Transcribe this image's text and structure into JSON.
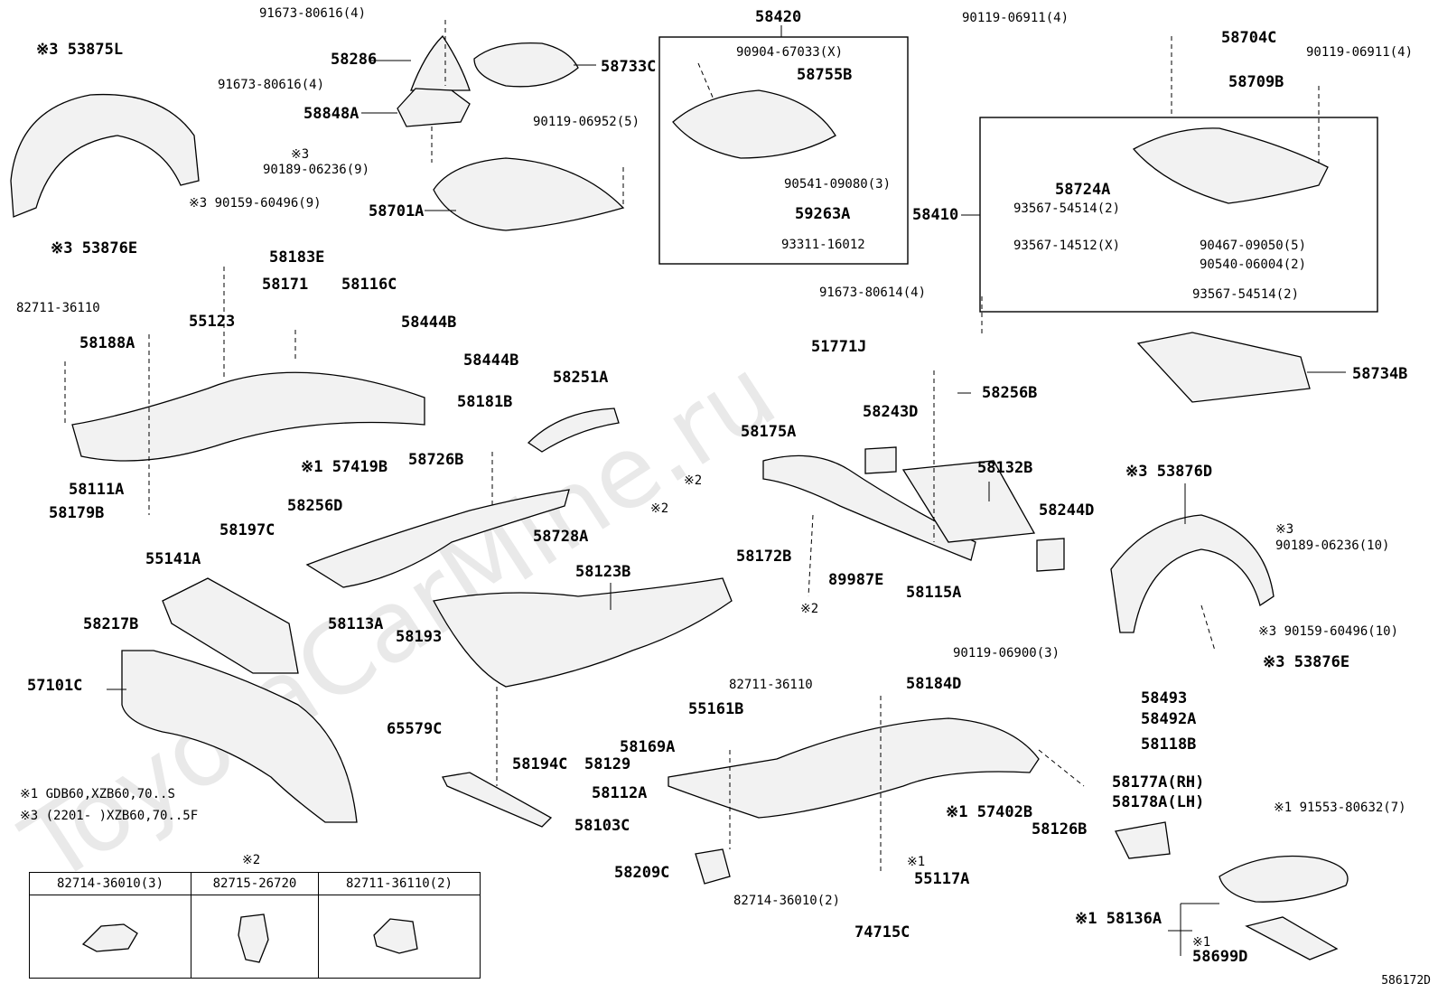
{
  "watermark": "ToyotaCarMine.ru",
  "diagram_id": "586172D",
  "group_box_labels": {
    "left": "58420",
    "right": "58410"
  },
  "notes": [
    "※1 GDB60,XZB60,70..S",
    "※3 (2201-    )XZB60,70..5F"
  ],
  "table": {
    "mark": "※2",
    "headers": [
      "82714-36010(3)",
      "82715-26720",
      "82711-36110(2)"
    ]
  },
  "callouts": {
    "c01": "91673-80616(4)",
    "c02": "58286",
    "c03": "58733C",
    "c04": "91673-80616(4)",
    "c05": "58848A",
    "c06": "※3 53875L",
    "c07": "※3",
    "c08": "90189-06236(9)",
    "c09": "※3 90159-60496(9)",
    "c10": "※3 53876E",
    "c11": "90119-06952(5)",
    "c12": "58701A",
    "c13": "90904-67033(X)",
    "c14": "58755B",
    "c15": "90541-09080(3)",
    "c16": "59263A",
    "c17": "93311-16012",
    "c18": "90119-06911(4)",
    "c19": "58704C",
    "c20": "90119-06911(4)",
    "c21": "58709B",
    "c22": "58724A",
    "c23": "93567-54514(2)",
    "c24": "93567-14512(X)",
    "c25": "90467-09050(5)",
    "c26": "90540-06004(2)",
    "c27": "93567-54514(2)",
    "c28": "58183E",
    "c29": "58171",
    "c30": "58116C",
    "c31": "82711-36110",
    "c32": "55123",
    "c33": "58188A",
    "c34": "58444B",
    "c35": "58444B",
    "c36": "91673-80614(4)",
    "c37": "51771J",
    "c38": "58734B",
    "c39": "58256B",
    "c40": "58251A",
    "c41": "58181B",
    "c42": "※1 57419B",
    "c43": "58726B",
    "c44": "58111A",
    "c45": "58179B",
    "c46": "58256D",
    "c47": "58197C",
    "c48": "55141A",
    "c49": "58113A",
    "c50": "58243D",
    "c51": "58175A",
    "c52": "58132B",
    "c53": "※2",
    "c54": "※2",
    "c55": "58244D",
    "c56": "58172B",
    "c57": "89987E",
    "c58": "58115A",
    "c59": "※2",
    "c60": "※3 53876D",
    "c61": "※3",
    "c62": "90189-06236(10)",
    "c63": "※3 90159-60496(10)",
    "c64": "※3 53876E",
    "c65": "58728A",
    "c66": "58123B",
    "c67": "58217B",
    "c68": "58193",
    "c69": "57101C",
    "c70": "65579C",
    "c71": "58194C",
    "c72": "58129",
    "c73": "58169A",
    "c74": "82711-36110",
    "c75": "55161B",
    "c76": "58184D",
    "c77": "90119-06900(3)",
    "c78": "58493",
    "c79": "58492A",
    "c80": "58118B",
    "c81": "58112A",
    "c82": "58177A(RH)",
    "c83": "58178A(LH)",
    "c84": "※1 57402B",
    "c85": "58103C",
    "c86": "58126B",
    "c87": "※1 91553-80632(7)",
    "c88": "58209C",
    "c89": "82714-36010(2)",
    "c90": "※1",
    "c91": "55117A",
    "c92": "74715C",
    "c93": "※1 58136A",
    "c94": "※1",
    "c95": "58699D"
  }
}
